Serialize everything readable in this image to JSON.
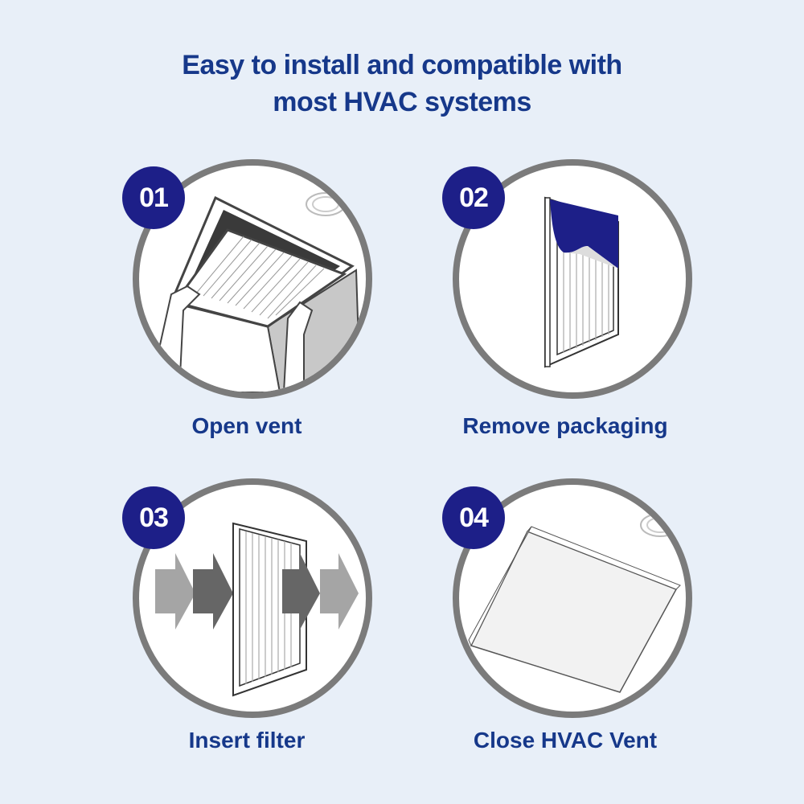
{
  "title": {
    "line1": "Easy to install and compatible with",
    "line2": "most HVAC systems"
  },
  "colors": {
    "background": "#e8eff8",
    "title": "#16388a",
    "badge": "#1d1f88",
    "circle_border": "#7b7b7b",
    "packaging": "#1d1f88"
  },
  "steps": [
    {
      "number": "01",
      "label": "Open vent",
      "icon": "open-vent-illustration"
    },
    {
      "number": "02",
      "label": "Remove packaging",
      "icon": "remove-packaging-illustration"
    },
    {
      "number": "03",
      "label": "Insert filter",
      "icon": "insert-filter-illustration"
    },
    {
      "number": "04",
      "label": "Close HVAC Vent",
      "icon": "close-vent-illustration"
    }
  ]
}
